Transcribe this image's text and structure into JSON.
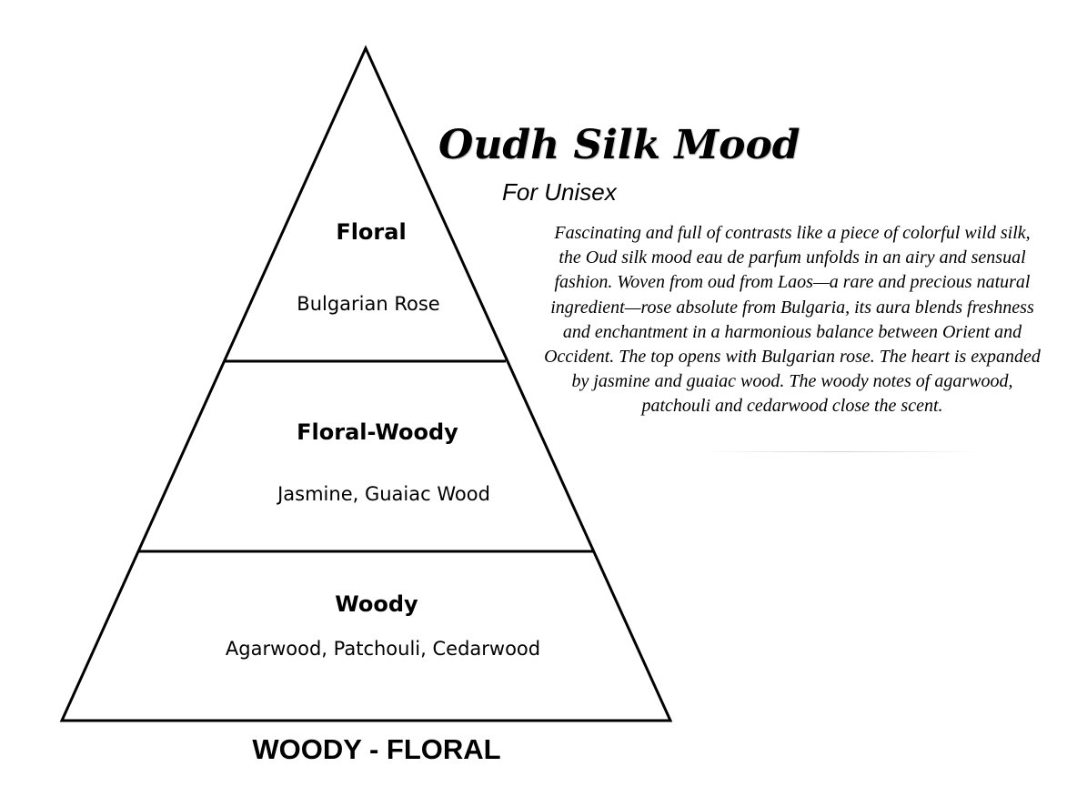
{
  "title": "Oudh Silk Mood",
  "subtitle": "For Unisex",
  "description": "Fascinating and full of contrasts like a piece of colorful wild silk, the Oud silk mood eau de parfum unfolds in an airy and sensual fashion. Woven from oud from Laos—a rare and precious natural ingredient—rose absolute from Bulgaria, its aura blends freshness and enchantment in a harmonious balance between Orient and Occident. The top opens with Bulgarian rose. The heart is expanded by jasmine and guaiac wood. The woody notes of agarwood, patchouli and cedarwood close the scent.",
  "category": "WOODY - FLORAL",
  "tiers": [
    {
      "name": "Floral",
      "notes": "Bulgarian Rose"
    },
    {
      "name": "Floral-Woody",
      "notes": "Jasmine, Guaiac Wood"
    },
    {
      "name": "Woody",
      "notes": "Agarwood, Patchouli, Cedarwood"
    }
  ],
  "colors": {
    "line": "#000000",
    "background": "#ffffff"
  }
}
